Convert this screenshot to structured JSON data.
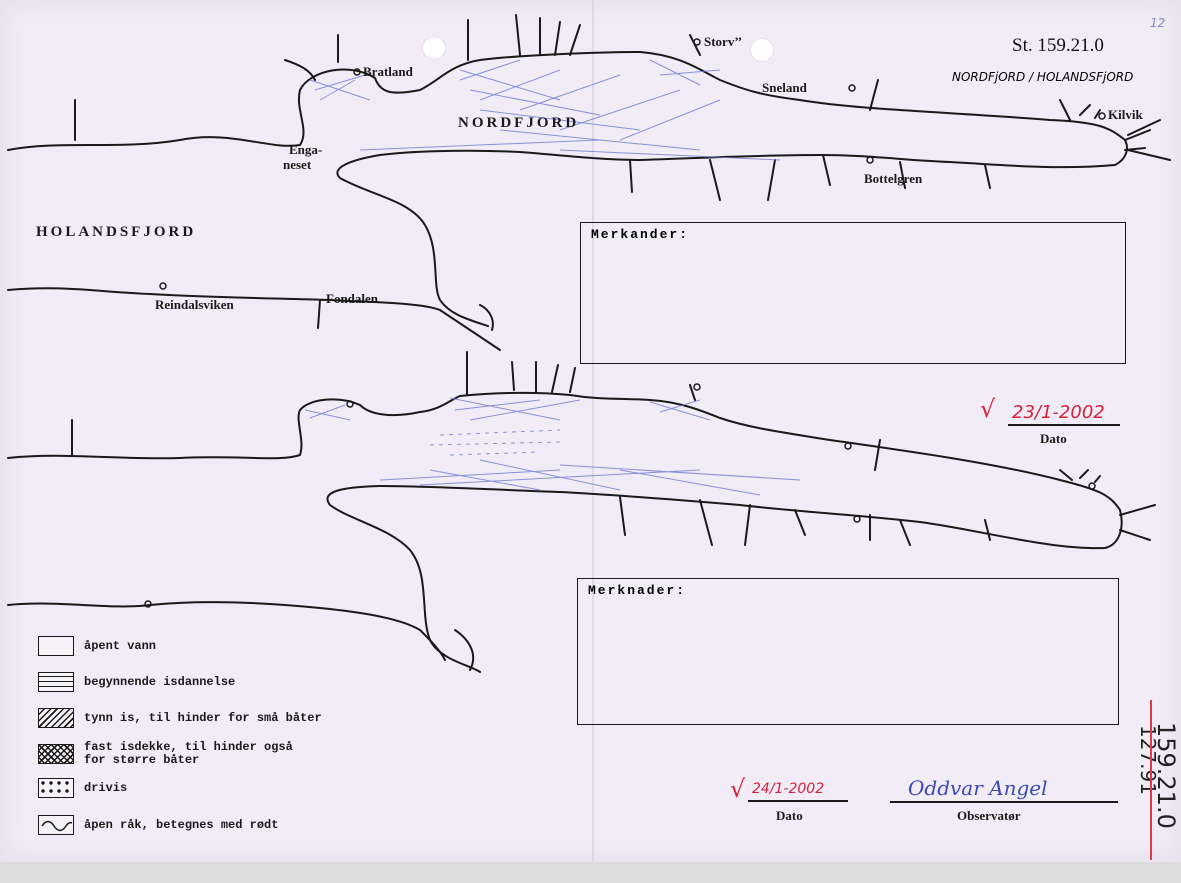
{
  "station_id": "St. 159.21.0",
  "station_name_handwritten": "NORDFjORD / HOLANDSFjORD",
  "corner_note": "12",
  "map_labels": {
    "storvik": "Storv’’",
    "bratland": "Bratland",
    "sneland": "Sneland",
    "kilvik": "Kilvik",
    "nordfjord": "NORDFJORD",
    "enga": "Enga-",
    "neset": "neset",
    "bottelgren": "Bottelgren",
    "holandsfjord": "HOLANDSFJORD",
    "reindalsviken": "Reindalsviken",
    "fondalen": "Fondalen"
  },
  "boxes": {
    "top_title": "Merkander:",
    "bottom_title": "Merknader:"
  },
  "date_1": {
    "check": "√",
    "value": "23/1-2002",
    "label": "Dato"
  },
  "date_2": {
    "check": "√",
    "value": "24/1-2002",
    "label": "Dato"
  },
  "observer": {
    "value": "Oddvar Angel",
    "label": "Observatør"
  },
  "margin_numbers": {
    "a": "127.91",
    "b": "159.21.0"
  },
  "legend": [
    {
      "icon": "open-water-swatch",
      "label": "åpent vann"
    },
    {
      "icon": "ice-forming-swatch",
      "label": "begynnende isdannelse"
    },
    {
      "icon": "thin-ice-swatch",
      "label": "tynn is, til hinder for små båter"
    },
    {
      "icon": "fast-ice-swatch",
      "label": "fast isdekke, til hinder også\nfor større båter"
    },
    {
      "icon": "drift-ice-swatch",
      "label": "drivis"
    },
    {
      "icon": "open-lead-swatch",
      "label": "åpen råk, betegnes med rødt"
    }
  ],
  "colors": {
    "pen_blue": "#3a49b8",
    "pen_red": "#d8213a",
    "ink": "#1a1a1a",
    "paper": "#f1ecf5"
  }
}
